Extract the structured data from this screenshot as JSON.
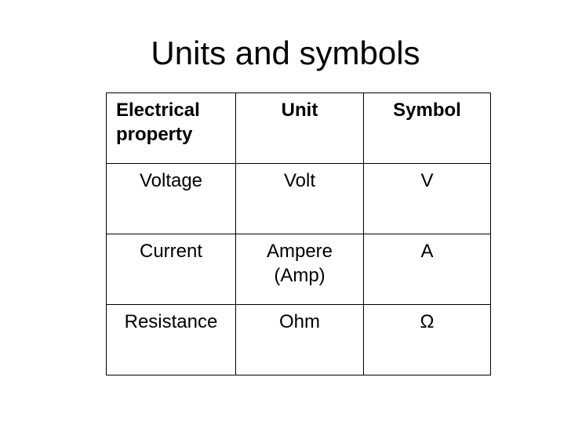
{
  "title": "Units and symbols",
  "table": {
    "headers": [
      "Electrical property",
      "Unit",
      "Symbol"
    ],
    "rows": [
      [
        "Voltage",
        "Volt",
        "V"
      ],
      [
        "Current",
        "Ampere (Amp)",
        "A"
      ],
      [
        "Resistance",
        "Ohm",
        "Ω"
      ]
    ]
  }
}
